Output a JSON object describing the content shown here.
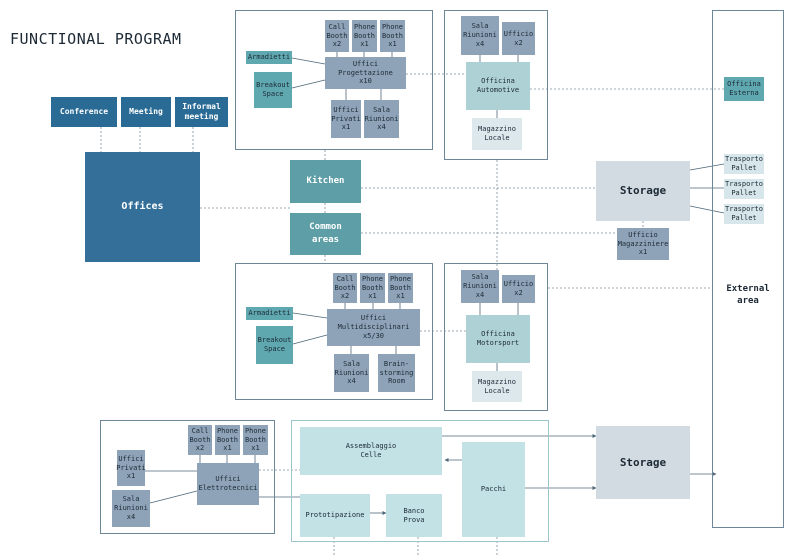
{
  "title": "FUNCTIONAL PROGRAM",
  "external_area": "External\narea",
  "top_left": [
    "Conference",
    "Meeting",
    "Informal\nmeeting"
  ],
  "offices": "Offices",
  "kitchen": "Kitchen",
  "common_areas": "Common\nareas",
  "block1": {
    "call_booth": "Call\nBooth\nx2",
    "phone_booth_a": "Phone\nBooth\nx1",
    "phone_booth_b": "Phone\nBooth\nx1",
    "armadietti": "Armadietti",
    "breakout": "Breakout\nSpace",
    "uffici": "Uffici Progettazione\nx10",
    "uffici_privati": "Uffici\nPrivati\nx1",
    "sala_riunioni": "Sala\nRiunioni\nx4"
  },
  "workshop1": {
    "sala_riunioni": "Sala\nRiunioni\nx4",
    "ufficio": "Ufficio\nx2",
    "officina": "Officina\nAutomotive",
    "magazzino": "Magazzino\nLocale"
  },
  "block2": {
    "call_booth": "Call\nBooth\nx2",
    "phone_booth_a": "Phone\nBooth\nx1",
    "phone_booth_b": "Phone\nBooth\nx1",
    "armadietti": "Armadietti",
    "breakout": "Breakout\nSpace",
    "uffici": "Uffici Multidisciplinari\nx5/30",
    "sala_riunioni": "Sala\nRiunioni\nx4",
    "brainstorming": "Brain-\nstorming\nRoom"
  },
  "workshop2": {
    "sala_riunioni": "Sala\nRiunioni\nx4",
    "ufficio": "Ufficio\nx2",
    "officina": "Officina\nMotorsport",
    "magazzino": "Magazzino\nLocale"
  },
  "storage_top": "Storage",
  "ufficio_magazziniere": "Ufficio\nMagazziniere\nx1",
  "officina_esterna": "Officina\nEsterna",
  "trasporto": [
    "Trasporto\nPallet",
    "Trasporto\nPallet",
    "Trasporto\nPallet"
  ],
  "block3": {
    "call_booth": "Call\nBooth\nx2",
    "phone_booth_a": "Phone\nBooth\nx1",
    "phone_booth_b": "Phone\nBooth\nx1",
    "uffici_privati": "Uffici\nPrivati\nx1",
    "uffici": "Uffici\nElettrotecnici",
    "sala_riunioni": "Sala\nRiunioni\nx4"
  },
  "production": {
    "assemblaggio": "Assemblaggio\nCelle",
    "pacchi": "Pacchi",
    "prototipazione": "Prototipazione",
    "banco_prova": "Banco\nProva"
  },
  "storage_bottom": "Storage",
  "colors": {
    "primary": "#2a6b96",
    "steel": "#8ea3b8",
    "teal": "#5fa8b0",
    "storage": "#d1dbe1"
  }
}
